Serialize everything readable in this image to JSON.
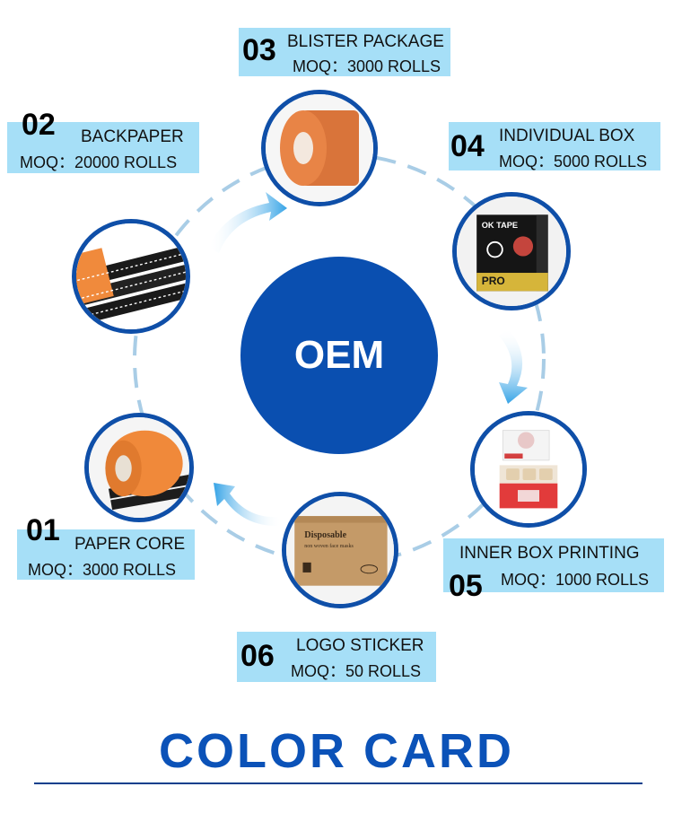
{
  "center": {
    "label": "OEM"
  },
  "steps": [
    {
      "number": "01",
      "title": "PAPER CORE",
      "moq": "MOQ：3000 ROLLS"
    },
    {
      "number": "02",
      "title": "BACKPAPER",
      "moq": "MOQ：20000 ROLLS"
    },
    {
      "number": "03",
      "title": "BLISTER PACKAGE",
      "moq": "MOQ：3000 ROLLS"
    },
    {
      "number": "04",
      "title": "INDIVIDUAL BOX",
      "moq": "MOQ：5000 ROLLS"
    },
    {
      "number": "05",
      "title": "INNER BOX PRINTING",
      "moq": "MOQ：1000 ROLLS"
    },
    {
      "number": "06",
      "title": "LOGO STICKER",
      "moq": "MOQ：50 ROLLS"
    }
  ],
  "product_text": {
    "ok_tape_brand": "OK TAPE",
    "ok_tape_pro": "PRO",
    "box_text_line1": "Disposable",
    "box_text_line2": "non woven face masks"
  },
  "footer": {
    "title": "COLOR CARD"
  },
  "colors": {
    "accent": "#0a4fb0",
    "label_bg": "#a6dff7",
    "ring_dash": "#a9cde6",
    "arrow": "#3aa6e6",
    "tape_orange": "#f08a3c",
    "footer_text": "#0b52b8"
  }
}
